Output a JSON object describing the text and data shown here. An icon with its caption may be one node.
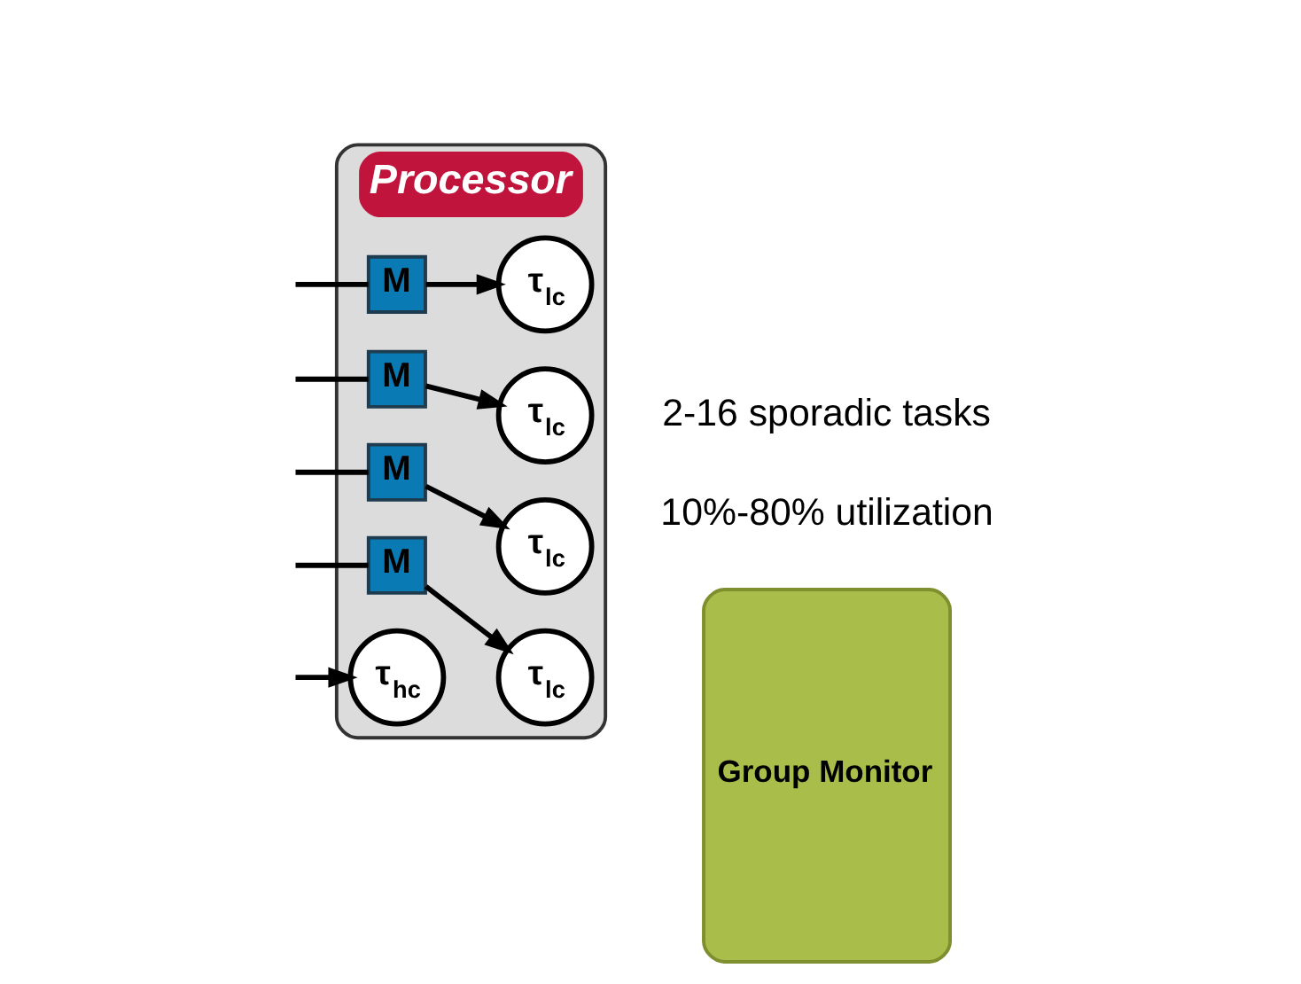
{
  "diagram": {
    "nodes": [
      {
        "text": [
          "Processor"
        ]
      },
      {
        "text": [
          "Group Monitor"
        ]
      },
      {
        "text": [
          "M"
        ],
        "in": 0
      },
      {
        "text": [
          "τ$_{lc}$"
        ],
        "in": 0
      },
      {
        "text": [
          "M"
        ],
        "in": 0
      },
      {
        "text": [
          "τ$_{lc}$"
        ],
        "in": 0
      },
      {
        "text": [
          "M"
        ],
        "in": 0
      },
      {
        "text": [
          "τ$_{lc}$"
        ],
        "in": 0
      },
      {
        "text": [
          "M"
        ],
        "in": 0
      },
      {
        "text": [
          "τ$_{lc}$"
        ],
        "in": 0
      },
      {
        "text": [
          "τ$_{hc}$"
        ],
        "in": 0
      }
    ],
    "edges": [
      {
        "from": null,
        "to": 2,
        "arrow": "none"
      },
      {
        "from": 2,
        "to": 3,
        "arrow": "to"
      },
      {
        "from": null,
        "to": 4,
        "arrow": "none"
      },
      {
        "from": 4,
        "to": 5,
        "arrow": "to"
      },
      {
        "from": null,
        "to": 6,
        "arrow": "none"
      },
      {
        "from": 6,
        "to": 7,
        "arrow": "to"
      },
      {
        "from": null,
        "to": 8,
        "arrow": "none"
      },
      {
        "from": 8,
        "to": 9,
        "arrow": "to"
      },
      {
        "from": null,
        "to": 10,
        "arrow": "to"
      }
    ],
    "labels": [
      "2-16 sporadic tasks",
      "10%-80% utilization"
    ]
  }
}
